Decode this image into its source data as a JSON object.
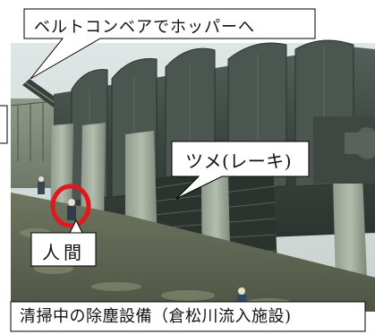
{
  "callouts": {
    "conveyor": "ベルトコンベアでホッパーへ",
    "rake": "ツメ(レーキ)",
    "person": "人間"
  },
  "caption": "清掃中の除塵設備（倉松川流入施設)",
  "colors": {
    "highlight_circle": "#e0191e",
    "callout_fill": "#ffffff",
    "callout_stroke": "#000000"
  }
}
